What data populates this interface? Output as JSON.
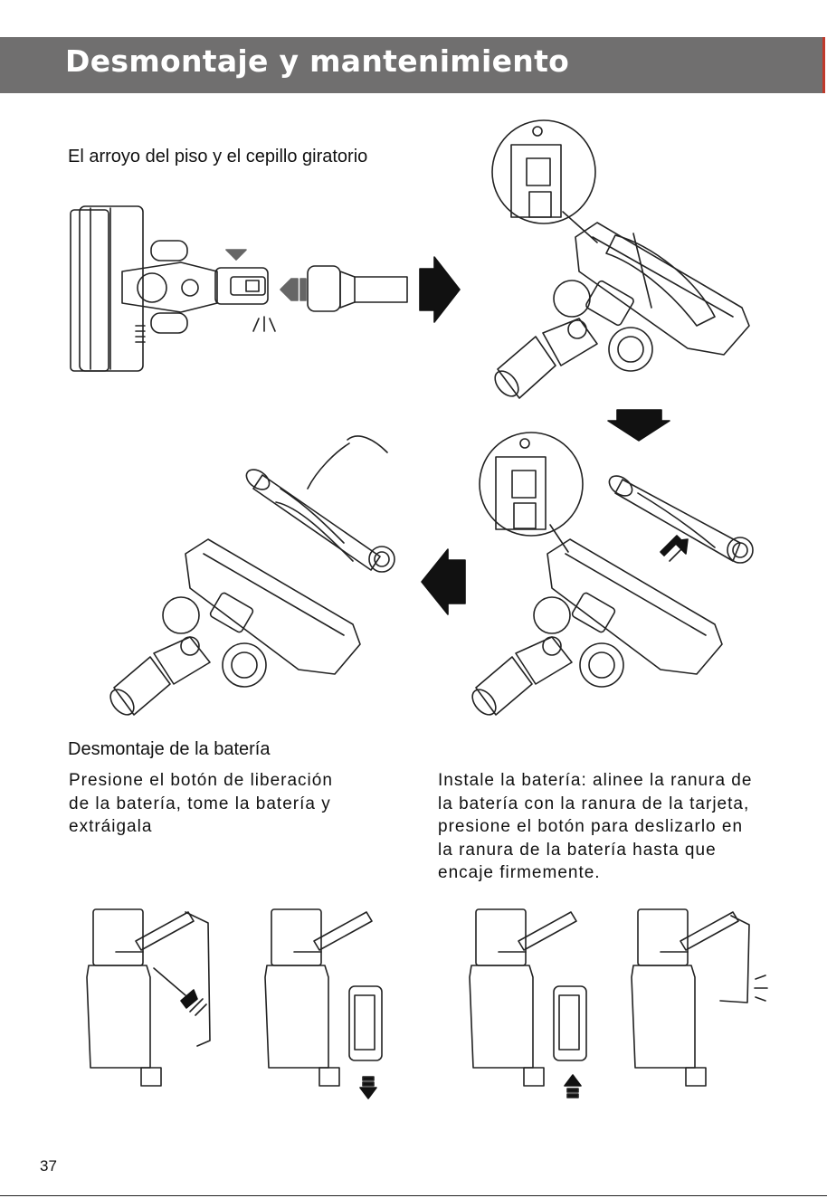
{
  "header": {
    "title": "Desmontaje y mantenimiento",
    "accent_color": "#c0392b",
    "bar_color": "#706f6f"
  },
  "section_floor": {
    "title": "El arroyo del piso y el cepillo giratorio"
  },
  "section_battery": {
    "title": "Desmontaje de la batería",
    "remove_lines": [
      "Presione el botón de liberación",
      "de la batería, tome la batería y",
      "extráigala"
    ],
    "install_lines": [
      "Instale la batería: alinee la ranura de",
      "la batería con la ranura de la tarjeta,",
      "presione el botón para deslizarlo en",
      "la ranura de la batería hasta que",
      "encaje firmemente."
    ]
  },
  "footer": {
    "page_number": "37"
  }
}
